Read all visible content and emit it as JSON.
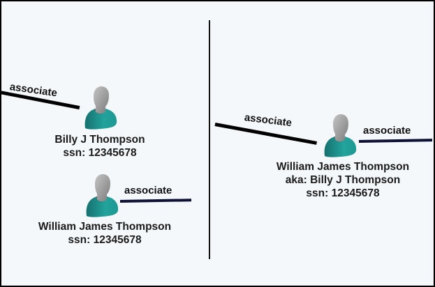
{
  "diagram": {
    "left_panel": {
      "nodes": [
        {
          "name": "Billy J Thompson",
          "ssn_line": "ssn: 12345678",
          "edge_label": "associate"
        },
        {
          "name": "William James Thompson",
          "ssn_line": "ssn: 12345678",
          "edge_label": "associate"
        }
      ]
    },
    "right_panel": {
      "node": {
        "name": "William James Thompson",
        "aka_line": "aka: Billy J Thompson",
        "ssn_line": "ssn: 12345678",
        "left_edge_label": "associate",
        "right_edge_label": "associate"
      }
    },
    "colors": {
      "background": "#f4f8fb",
      "frame_border": "#000000",
      "edge_black": "#000000",
      "edge_navy": "#0e1133",
      "person_body": "#1f9a94",
      "person_head": "#9a9a9a"
    }
  }
}
